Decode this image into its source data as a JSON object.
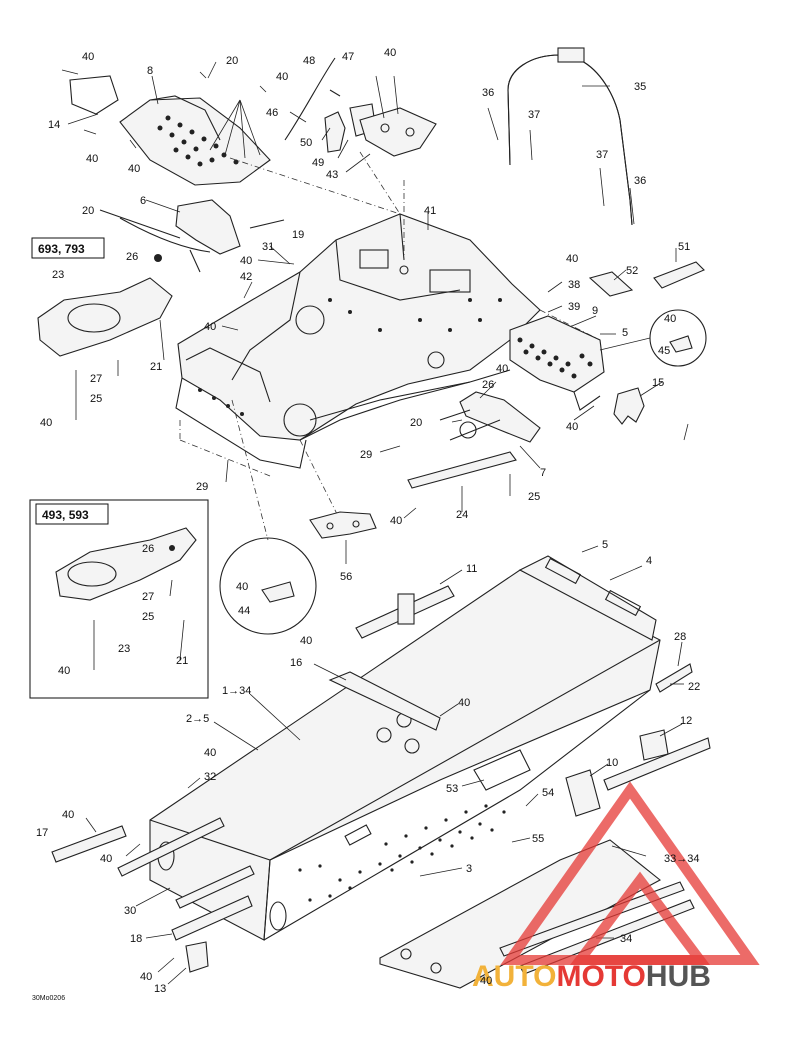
{
  "diagram": {
    "doc_code": "30Mo0206",
    "variant_top": "693, 793",
    "variant_left": "493, 593",
    "watermark": {
      "part1": "AUTO",
      "part2": "MOTO",
      "part3": "HUB",
      "colors": {
        "auto": "#f2b23a",
        "moto": "#e53935",
        "hub": "#555555"
      }
    },
    "callouts": [
      {
        "id": "c1",
        "text": "40"
      },
      {
        "id": "c2",
        "text": "8"
      },
      {
        "id": "c3",
        "text": "20"
      },
      {
        "id": "c4",
        "text": "40"
      },
      {
        "id": "c5",
        "text": "48"
      },
      {
        "id": "c6",
        "text": "47"
      },
      {
        "id": "c7",
        "text": "40"
      },
      {
        "id": "c8",
        "text": "35"
      },
      {
        "id": "c9",
        "text": "14"
      },
      {
        "id": "c10",
        "text": "46"
      },
      {
        "id": "c11",
        "text": "36"
      },
      {
        "id": "c12",
        "text": "37"
      },
      {
        "id": "c13",
        "text": "40"
      },
      {
        "id": "c14",
        "text": "40"
      },
      {
        "id": "c15",
        "text": "50"
      },
      {
        "id": "c16",
        "text": "49"
      },
      {
        "id": "c17",
        "text": "43"
      },
      {
        "id": "c18",
        "text": "37"
      },
      {
        "id": "c19",
        "text": "36"
      },
      {
        "id": "c20",
        "text": "6"
      },
      {
        "id": "c21",
        "text": "20"
      },
      {
        "id": "c22",
        "text": "41"
      },
      {
        "id": "c23",
        "text": "19"
      },
      {
        "id": "c24",
        "text": "31"
      },
      {
        "id": "c25",
        "text": "40"
      },
      {
        "id": "c26",
        "text": "51"
      },
      {
        "id": "c27",
        "text": "26"
      },
      {
        "id": "c28",
        "text": "23"
      },
      {
        "id": "c29",
        "text": "42"
      },
      {
        "id": "c30",
        "text": "40"
      },
      {
        "id": "c31",
        "text": "38"
      },
      {
        "id": "c32",
        "text": "52"
      },
      {
        "id": "c33",
        "text": "40"
      },
      {
        "id": "c34",
        "text": "39"
      },
      {
        "id": "c35",
        "text": "9"
      },
      {
        "id": "c36",
        "text": "5"
      },
      {
        "id": "c37",
        "text": "40"
      },
      {
        "id": "c38",
        "text": "45"
      },
      {
        "id": "c39",
        "text": "21"
      },
      {
        "id": "c40",
        "text": "27"
      },
      {
        "id": "c41",
        "text": "25"
      },
      {
        "id": "c42",
        "text": "40"
      },
      {
        "id": "c43",
        "text": "26"
      },
      {
        "id": "c44",
        "text": "15"
      },
      {
        "id": "c45",
        "text": "20"
      },
      {
        "id": "c46",
        "text": "40"
      },
      {
        "id": "c47",
        "text": "40"
      },
      {
        "id": "c48",
        "text": "29"
      },
      {
        "id": "c49",
        "text": "7"
      },
      {
        "id": "c50",
        "text": "29"
      },
      {
        "id": "c51",
        "text": "25"
      },
      {
        "id": "c52",
        "text": "24"
      },
      {
        "id": "c53",
        "text": "40"
      },
      {
        "id": "c54",
        "text": "26"
      },
      {
        "id": "c55",
        "text": "56"
      },
      {
        "id": "c56",
        "text": "5"
      },
      {
        "id": "c57",
        "text": "4"
      },
      {
        "id": "c58",
        "text": "27"
      },
      {
        "id": "c59",
        "text": "40"
      },
      {
        "id": "c60",
        "text": "25"
      },
      {
        "id": "c61",
        "text": "44"
      },
      {
        "id": "c62",
        "text": "11"
      },
      {
        "id": "c63",
        "text": "23"
      },
      {
        "id": "c64",
        "text": "21"
      },
      {
        "id": "c65",
        "text": "40"
      },
      {
        "id": "c66",
        "text": "40"
      },
      {
        "id": "c67",
        "text": "28"
      },
      {
        "id": "c68",
        "text": "16"
      },
      {
        "id": "c69",
        "text": "1→34"
      },
      {
        "id": "c70",
        "text": "22"
      },
      {
        "id": "c71",
        "text": "40"
      },
      {
        "id": "c72",
        "text": "2→5"
      },
      {
        "id": "c73",
        "text": "12"
      },
      {
        "id": "c74",
        "text": "40"
      },
      {
        "id": "c75",
        "text": "32"
      },
      {
        "id": "c76",
        "text": "10"
      },
      {
        "id": "c77",
        "text": "53"
      },
      {
        "id": "c78",
        "text": "54"
      },
      {
        "id": "c79",
        "text": "40"
      },
      {
        "id": "c80",
        "text": "17"
      },
      {
        "id": "c81",
        "text": "55"
      },
      {
        "id": "c82",
        "text": "40"
      },
      {
        "id": "c83",
        "text": "33→34"
      },
      {
        "id": "c84",
        "text": "3"
      },
      {
        "id": "c85",
        "text": "30"
      },
      {
        "id": "c86",
        "text": "34"
      },
      {
        "id": "c87",
        "text": "18"
      },
      {
        "id": "c88",
        "text": "40"
      },
      {
        "id": "c89",
        "text": "40"
      },
      {
        "id": "c90",
        "text": "13"
      }
    ]
  }
}
